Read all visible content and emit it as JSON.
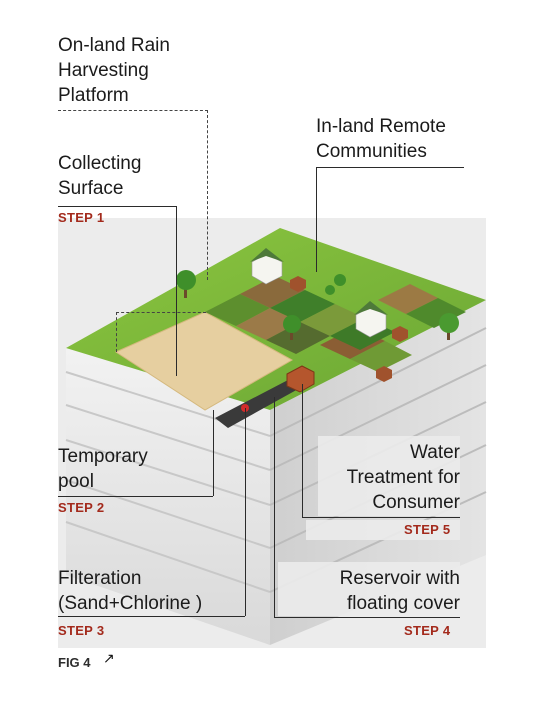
{
  "labels": {
    "platform_line1": "On-land Rain",
    "platform_line2": "Harvesting",
    "platform_line3": "Platform",
    "communities_line1": "In-land Remote",
    "communities_line2": "Communities",
    "collecting_line1": "Collecting",
    "collecting_line2": "Surface",
    "temporary_line1": "Temporary",
    "temporary_line2": "pool",
    "filteration_line1": "Filteration",
    "filteration_line2": "(Sand+Chlorine )",
    "treatment_line1": "Water",
    "treatment_line2": "Treatment for",
    "treatment_line3": "Consumer",
    "reservoir_line1": "Reservoir with",
    "reservoir_line2": "floating cover"
  },
  "steps": {
    "step1": "STEP 1",
    "step2": "STEP 2",
    "step3": "STEP 3",
    "step4": "STEP 4",
    "step5": "STEP 5"
  },
  "figure": {
    "caption": "FIG 4",
    "arrow_icon": "arrow-up-right-icon"
  },
  "colors": {
    "step_red": "#a32a1c",
    "grass": "#7cb342",
    "sand": "#e6cfa0",
    "soil_layers": "#dcdcdc",
    "roof": "#4e7a3a"
  }
}
